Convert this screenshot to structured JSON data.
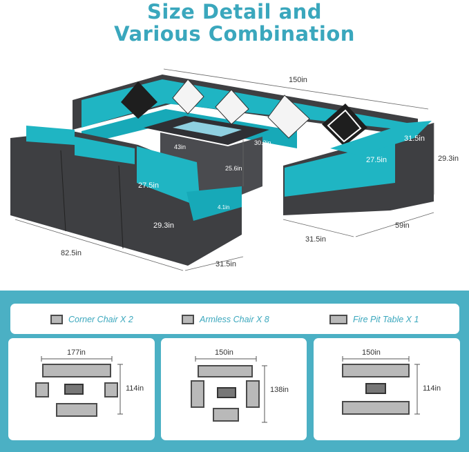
{
  "title": {
    "line1": "Size Detail and",
    "line2": "Various Combination"
  },
  "product_dimensions": {
    "total_width": "150in",
    "left_section_length": "82.5in",
    "left_depth": "31.5in",
    "right_depth": "31.5in",
    "right_section_length": "59in",
    "height": "29.3in",
    "height_front": "29.3in",
    "seat_width_front": "27.5in",
    "seat_width_right": "27.5in",
    "right_arm_depth": "31.5in",
    "table_width": "43in",
    "table_depth": "30.3in",
    "table_height": "25.6in",
    "cushion_gap": "4.1in"
  },
  "legend": [
    {
      "label": "Corner Chair X 2",
      "icon": "corner-chair-icon"
    },
    {
      "label": "Armless Chair X 8",
      "icon": "armless-chair-icon"
    },
    {
      "label": "Fire Pit Table X 1",
      "icon": "fire-pit-table-icon"
    }
  ],
  "combinations": [
    {
      "width": "177in",
      "depth": "114in"
    },
    {
      "width": "150in",
      "depth": "138in"
    },
    {
      "width": "150in",
      "depth": "114in"
    }
  ],
  "colors": {
    "accent": "#3aa7bd",
    "panel": "#4bb0c4",
    "cushion": "#1fb5c3",
    "wicker": "#3e3f42"
  }
}
